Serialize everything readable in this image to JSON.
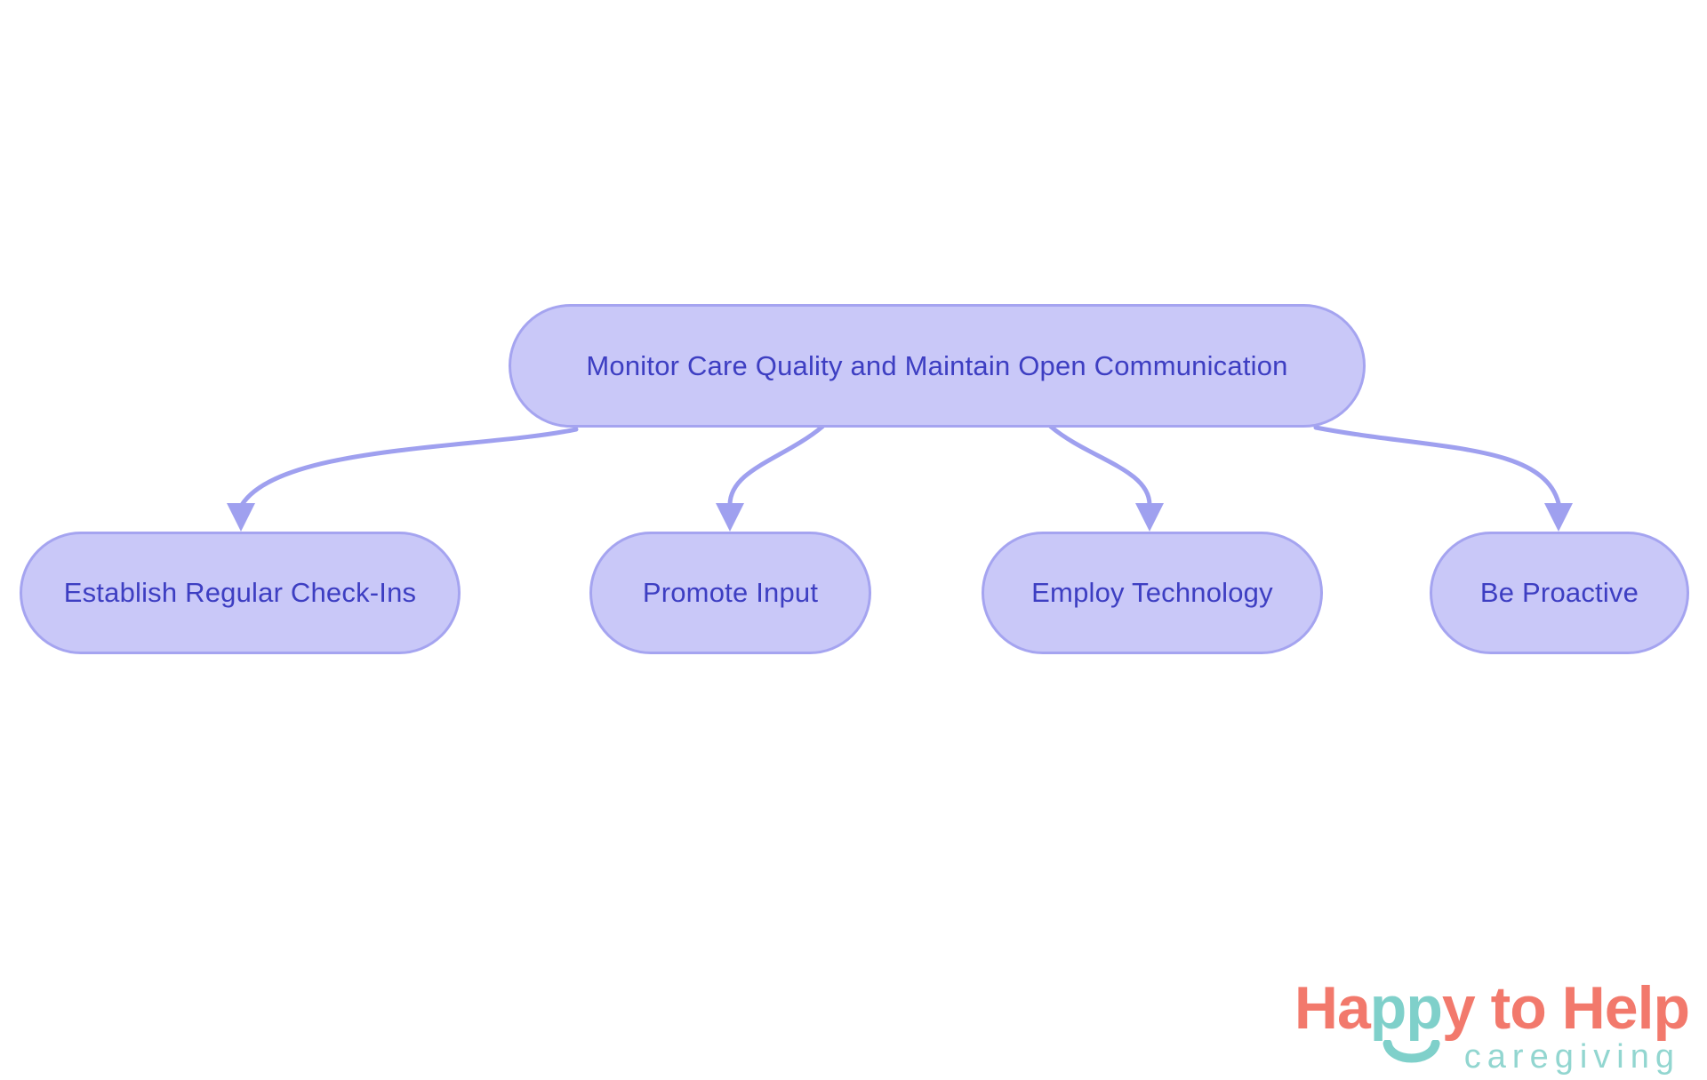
{
  "diagram": {
    "root": {
      "label": "Monitor Care Quality and Maintain Open Communication"
    },
    "children": [
      {
        "label": "Establish Regular Check-Ins"
      },
      {
        "label": "Promote Input"
      },
      {
        "label": "Employ Technology"
      },
      {
        "label": "Be Proactive"
      }
    ]
  },
  "logo": {
    "word_part1": "Ha",
    "word_part2": "pp",
    "word_part3": "y to Help",
    "subtitle": "caregiving"
  },
  "colors": {
    "node_fill": "#c9c8f8",
    "node_border": "#a5a4f0",
    "node_text": "#3d3ec2",
    "connector": "#9fa0ef",
    "logo_coral": "#f2796c",
    "logo_teal": "#7fd0ca",
    "logo_subtitle_teal": "#92d6d0"
  }
}
